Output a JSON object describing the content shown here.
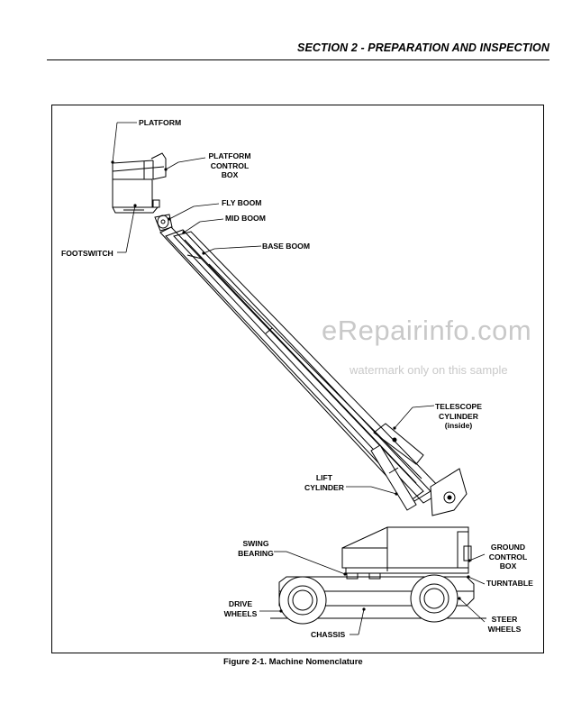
{
  "header": {
    "section_title": "SECTION 2 - PREPARATION AND INSPECTION"
  },
  "figure": {
    "caption": "Figure 2-1.  Machine Nomenclature",
    "labels": {
      "platform": "PLATFORM",
      "platform_control_box": "PLATFORM\nCONTROL\nBOX",
      "fly_boom": "FLY BOOM",
      "mid_boom": "MID BOOM",
      "base_boom": "BASE BOOM",
      "footswitch": "FOOTSWITCH",
      "telescope_cylinder": "TELESCOPE\nCYLINDER\n(inside)",
      "lift_cylinder": "LIFT\nCYLINDER",
      "swing_bearing": "SWING\nBEARING",
      "ground_control_box": "GROUND\nCONTROL\nBOX",
      "turntable": "TURNTABLE",
      "drive_wheels": "DRIVE\nWHEELS",
      "steer_wheels": "STEER\nWHEELS",
      "chassis": "CHASSIS"
    }
  },
  "watermark": {
    "brand": "eRepairinfo.com",
    "note": "watermark only on this sample"
  }
}
